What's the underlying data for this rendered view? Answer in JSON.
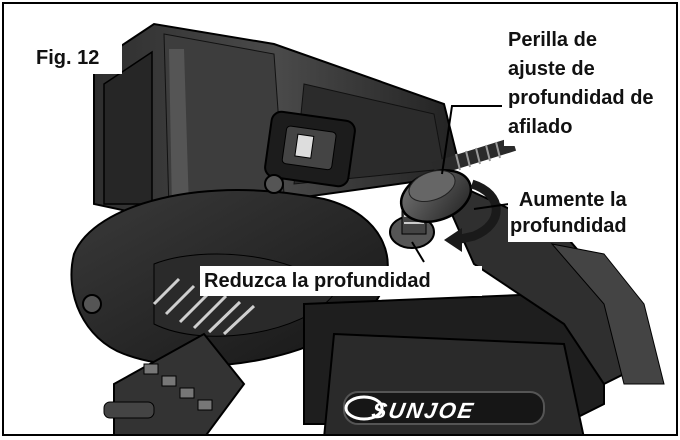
{
  "figure_label": "Fig. 12",
  "callouts": {
    "knob_label": "Perilla de\najuste de\nprofundidad de\nafilado",
    "increase_label": "Aumente la\nprofundidad",
    "decrease_label": "Reduzca la profundidad"
  },
  "brand_logo_text": "SUNJOE"
}
